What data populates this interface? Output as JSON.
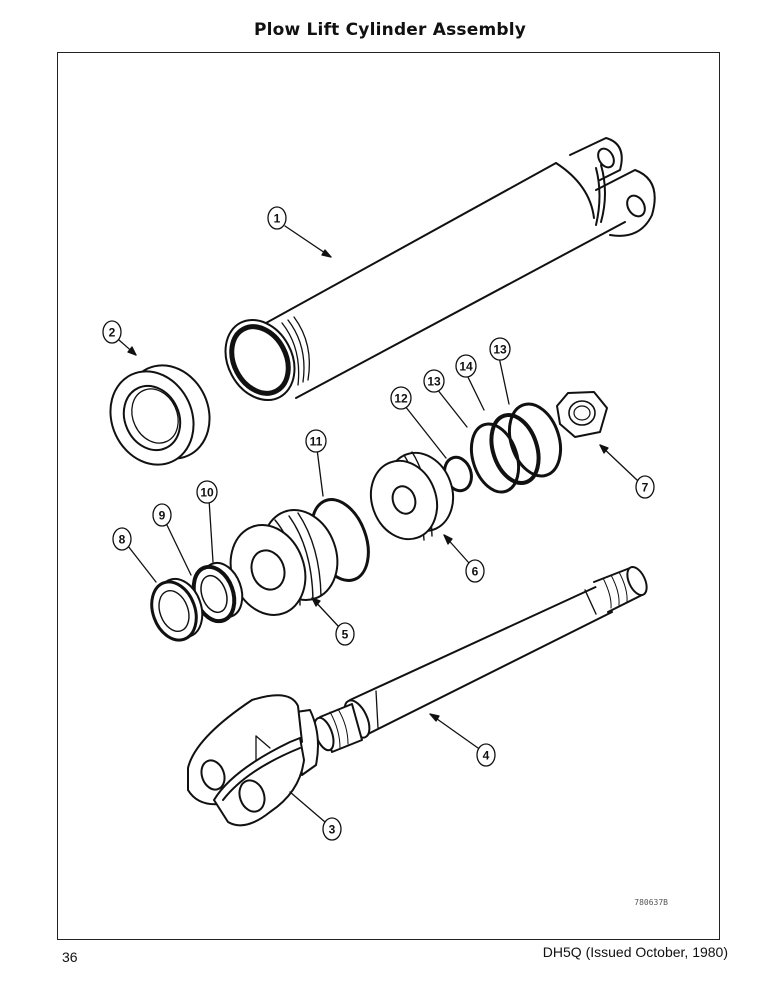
{
  "title": "Plow Lift Cylinder Assembly",
  "page_number": "36",
  "issue_note": "DH5Q (Issued October, 1980)",
  "drawing_code": "780637B",
  "callouts": [
    "1",
    "2",
    "3",
    "4",
    "5",
    "6",
    "7",
    "8",
    "9",
    "10",
    "11",
    "12",
    "13",
    "13",
    "14"
  ]
}
